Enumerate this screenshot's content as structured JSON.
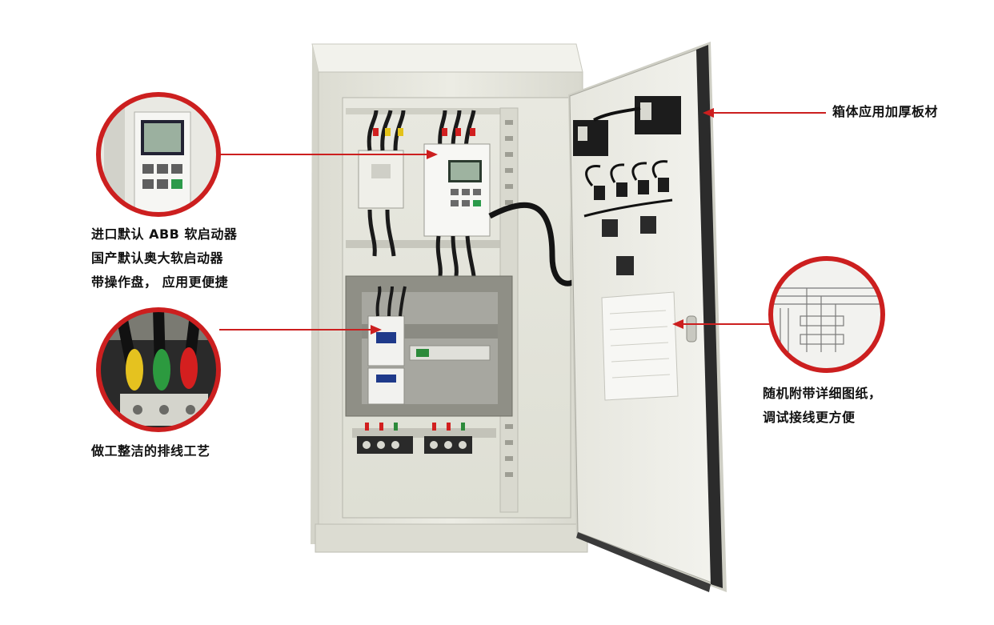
{
  "callouts": {
    "cabinet_plate": "箱体应用加厚板材",
    "soft_starter": [
      "进口默认 ABB 软启动器",
      "国产默认奥大软启动器",
      "带操作盘， 应用更便捷"
    ],
    "wiring": "做工整洁的排线工艺",
    "drawings": [
      "随机附带详细图纸，",
      "调试接线更方便"
    ]
  },
  "colors": {
    "callout_red": "#cc1f1f",
    "cabinet_body": "#e9e9e1",
    "door_seal": "#2b2b2b"
  }
}
